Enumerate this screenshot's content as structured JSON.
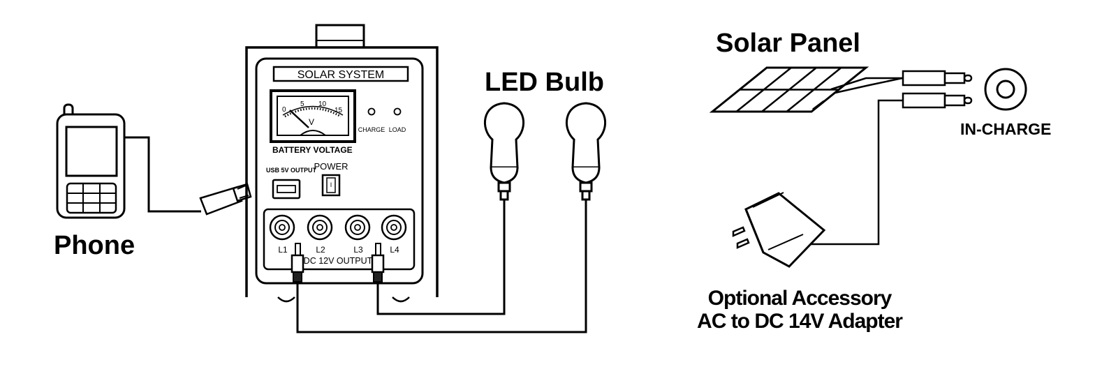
{
  "labels": {
    "phone": "Phone",
    "led_bulb": "LED Bulb",
    "solar_panel": "Solar Panel",
    "in_charge": "IN-CHARGE",
    "optional_line1": "Optional Accessory",
    "optional_line2": "AC to DC 14V Adapter"
  },
  "unit": {
    "title": "SOLAR SYSTEM",
    "meter_ticks": [
      "0",
      "5",
      "10",
      "15"
    ],
    "meter_unit": "V",
    "meter_caption": "BATTERY VOLTAGE",
    "charge_led": "CHARGE",
    "load_led": "LOAD",
    "usb_label": "USB 5V OUTPUT",
    "power_label": "POWER",
    "switch_mark": "I",
    "ports": [
      "L1",
      "L2",
      "L3",
      "L4"
    ],
    "dc_output": "DC 12V OUTPUT"
  },
  "colors": {
    "ink": "#000000",
    "paper": "#ffffff",
    "connector_dark": "#222222"
  },
  "icons": [
    "phone-icon",
    "usb-plug-icon",
    "led-bulb-icon",
    "solar-panel-icon",
    "dc-plug-icon",
    "power-adapter-icon",
    "in-charge-socket-icon"
  ]
}
